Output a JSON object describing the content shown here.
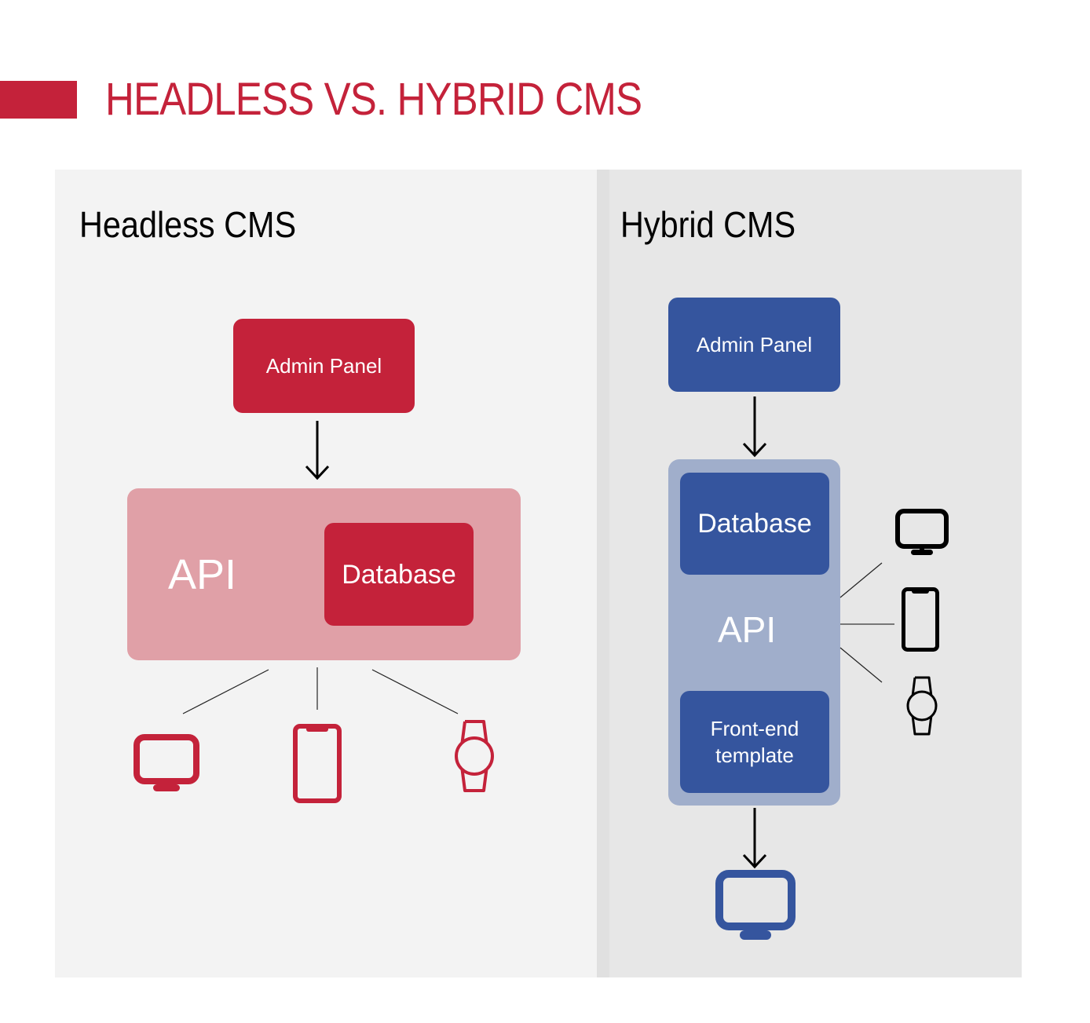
{
  "header": {
    "title": "HEADLESS VS. HYBRID CMS",
    "accent_color": "#c4223a"
  },
  "headless": {
    "title": "Headless CMS",
    "admin_panel": "Admin Panel",
    "api_label": "API",
    "database_label": "Database",
    "colors": {
      "primary": "#c4223a",
      "light": "#e0a0a7",
      "background": "#f3f3f3"
    },
    "devices": [
      {
        "name": "desktop-monitor-icon"
      },
      {
        "name": "smartphone-icon"
      },
      {
        "name": "smartwatch-icon"
      }
    ]
  },
  "hybrid": {
    "title": "Hybrid CMS",
    "admin_panel": "Admin Panel",
    "database_label": "Database",
    "api_label": "API",
    "frontend_template_line1": "Front-end",
    "frontend_template_line2": "template",
    "colors": {
      "primary": "#35559e",
      "light": "#a0aecb",
      "background": "#e7e7e7"
    },
    "devices": [
      {
        "name": "desktop-monitor-icon"
      },
      {
        "name": "smartphone-icon"
      },
      {
        "name": "smartwatch-icon"
      }
    ],
    "output_device": "desktop-monitor-icon"
  }
}
